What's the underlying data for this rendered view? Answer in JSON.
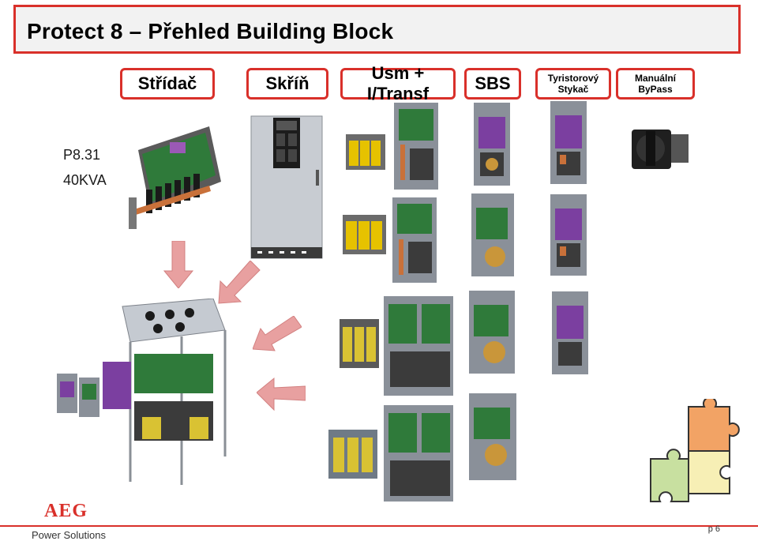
{
  "title": "Protect 8 – Přehled Building Block",
  "categories": [
    {
      "label": "Střídač"
    },
    {
      "label": "Skříň"
    },
    {
      "label": "Usm + I/Transf"
    },
    {
      "label": "SBS"
    },
    {
      "line1": "Tyristorový",
      "line2": "Stykač"
    },
    {
      "line1": "Manuální",
      "line2": "ByPass"
    }
  ],
  "model": {
    "line1": "P8.31",
    "line2": "40KVA"
  },
  "logo": {
    "brand": "AEG",
    "sub": "Power Solutions"
  },
  "page": "p 6",
  "colors": {
    "accent": "#d9302a",
    "title_bg": "#f2f2f2",
    "arrow": "#e8a0a0"
  }
}
